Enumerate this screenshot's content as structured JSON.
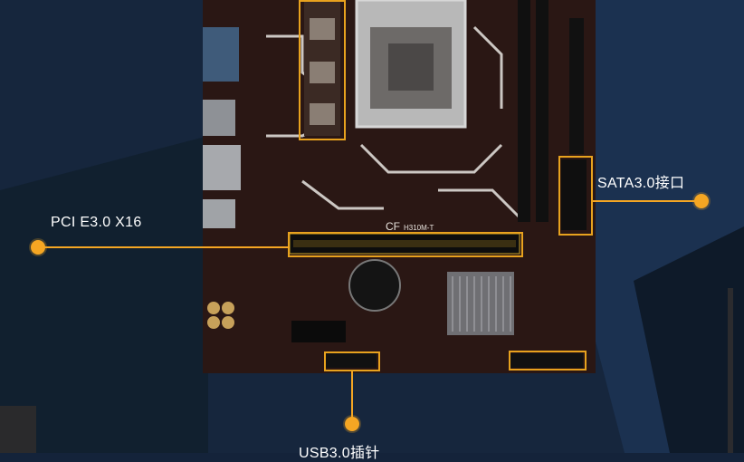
{
  "callouts": {
    "sata": "SATA3.0接口",
    "pcie": "PCI E3.0 X16",
    "usb": "USB3.0插针"
  },
  "board_marks": {
    "model": "H310M-T",
    "brand": "CF"
  },
  "colors": {
    "accent": "#f5a623",
    "background": "#14233a",
    "pcb": "#2a1714"
  }
}
